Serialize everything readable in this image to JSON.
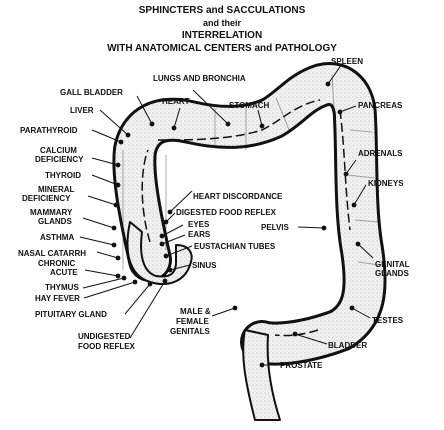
{
  "title": {
    "line1": "SPHINCTERS and SACCULATIONS",
    "line2": "and their",
    "line3": "INTERRELATION",
    "line4": "WITH ANATOMICAL CENTERS and PATHOLOGY"
  },
  "labels": {
    "spleen": "SPLEEN",
    "lungs_bronchia": "LUNGS AND BRONCHIA",
    "gall_bladder": "GALL BLADDER",
    "heart": "HEART",
    "stomach": "STOMACH",
    "liver": "LIVER",
    "pancreas": "PANCREAS",
    "parathyroid": "PARATHYROID",
    "calcium_1": "CALCIUM",
    "calcium_2": "DEFICIENCY",
    "adrenals": "ADRENALS",
    "thyroid": "THYROID",
    "kidneys": "KIDNEYS",
    "mineral_1": "MINERAL",
    "mineral_2": "DEFICIENCY",
    "heart_discordance": "HEART DISCORDANCE",
    "digested_food": "DIGESTED FOOD REFLEX",
    "mammary_1": "MAMMARY",
    "mammary_2": "GLANDS",
    "asthma": "ASTHMA",
    "eyes": "EYES",
    "ears": "EARS",
    "pelvis": "PELVIS",
    "eustachian": "EUSTACHIAN TUBES",
    "nasal": "NASAL CATARRH",
    "chronic": "CHRONIC",
    "acute": "ACUTE",
    "sinus": "SINUS",
    "genital_glands_1": "GENITAL",
    "genital_glands_2": "GLANDS",
    "thymus": "THYMUS",
    "hay_fever": "HAY FEVER",
    "pituitary": "PITUITARY GLAND",
    "male_female_1": "MALE &",
    "male_female_2": "FEMALE",
    "male_female_3": "GENITALS",
    "testes": "TESTES",
    "undigested_1": "UNDIGESTED",
    "undigested_2": "FOOD REFLEX",
    "bladder": "BLADDER",
    "prostate": "PROSTATE"
  }
}
